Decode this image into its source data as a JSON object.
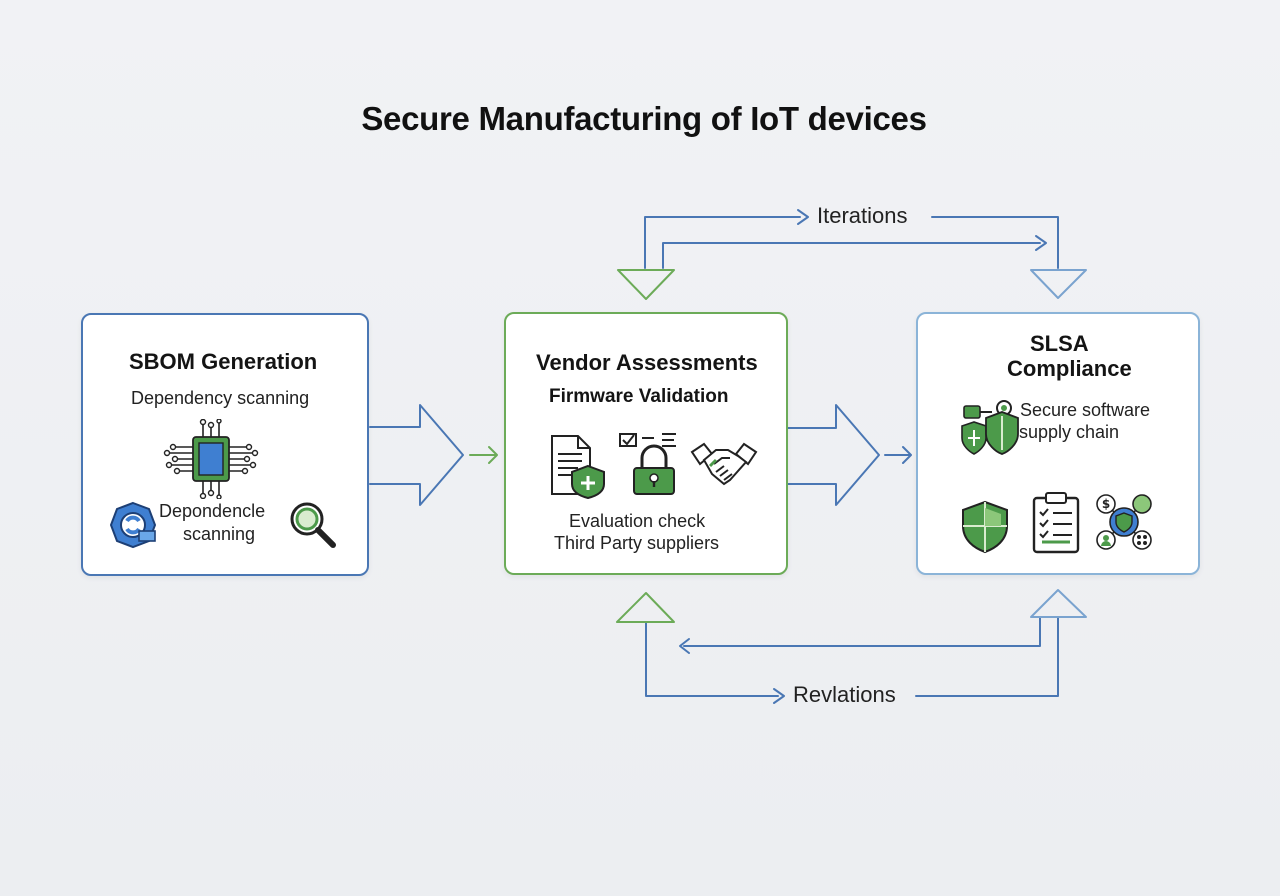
{
  "title": "Secure Manufacturing of IoT devices",
  "loop_labels": {
    "top": "Iterations",
    "bottom": "Revlations"
  },
  "boxes": {
    "sbom": {
      "title": "SBOM Generation",
      "subtitle": "Dependency scanning",
      "icon_caption_line1": "Depondencle",
      "icon_caption_line2": "scanning",
      "icons": [
        "microchip-icon",
        "dependency-cycle-icon",
        "magnifier-icon"
      ]
    },
    "vendor": {
      "title": "Vendor Assessments",
      "subtitle": "Firmware Validation",
      "caption_line1": "Evaluation check",
      "caption_line2": "Third Party suppliers",
      "icons": [
        "document-shield-icon",
        "checklist-padlock-icon",
        "handshake-icon"
      ]
    },
    "slsa": {
      "title_line1": "SLSA",
      "title_line2": "Compliance",
      "caption_line1": "Secure software",
      "caption_line2": "supply chain",
      "icons": [
        "supply-chain-shield-icon",
        "shield-icon",
        "clipboard-checklist-icon",
        "network-shield-icon"
      ]
    }
  },
  "colors": {
    "blue": "#4a77b4",
    "green": "#6cab58",
    "light_blue": "#8bb4d8",
    "icon_green": "#4c9a4a",
    "icon_blue": "#3f7fd1"
  }
}
